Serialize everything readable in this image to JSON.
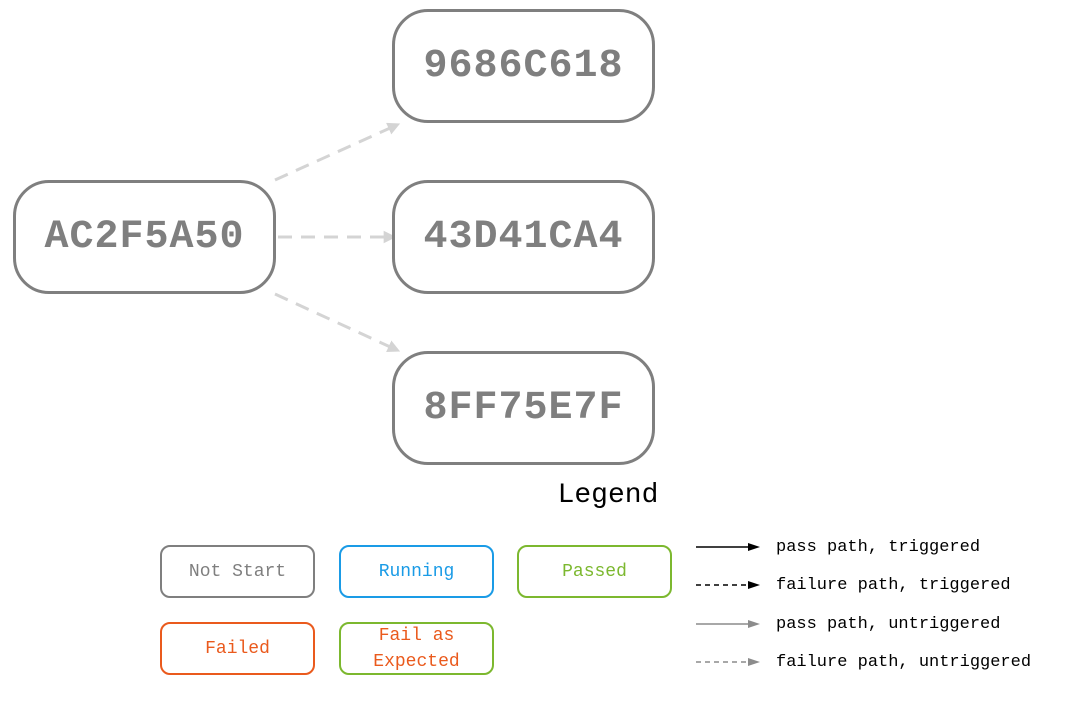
{
  "nodes": {
    "source": "AC2F5A50",
    "targets": [
      "9686C618",
      "43D41CA4",
      "8FF75E7F"
    ]
  },
  "edges": [
    {
      "from": "AC2F5A50",
      "to": "9686C618",
      "kind": "failure path, untriggered"
    },
    {
      "from": "AC2F5A50",
      "to": "43D41CA4",
      "kind": "failure path, untriggered"
    },
    {
      "from": "AC2F5A50",
      "to": "8FF75E7F",
      "kind": "failure path, untriggered"
    }
  ],
  "legend": {
    "title": "Legend",
    "states": [
      {
        "label": "Not Start",
        "border": "#7f7f7f",
        "text": "#7f7f7f"
      },
      {
        "label": "Running",
        "border": "#1a9be6",
        "text": "#1a9be6"
      },
      {
        "label": "Passed",
        "border": "#7cb82f",
        "text": "#7cb82f"
      },
      {
        "label": "Failed",
        "border": "#ea5a1d",
        "text": "#ea5a1d"
      },
      {
        "label": "Fail as Expected",
        "border": "#7cb82f",
        "text": "#ea5a1d"
      }
    ],
    "paths": [
      {
        "label": "pass path, triggered",
        "color": "#000000",
        "dashed": false
      },
      {
        "label": "failure path, triggered",
        "color": "#000000",
        "dashed": true
      },
      {
        "label": "pass path, untriggered",
        "color": "#8c8c8c",
        "dashed": false
      },
      {
        "label": "failure path, untriggered",
        "color": "#8c8c8c",
        "dashed": true
      }
    ]
  },
  "colors": {
    "node_gray": "#7f7f7f",
    "edge_untriggered": "#d4d4d4"
  }
}
